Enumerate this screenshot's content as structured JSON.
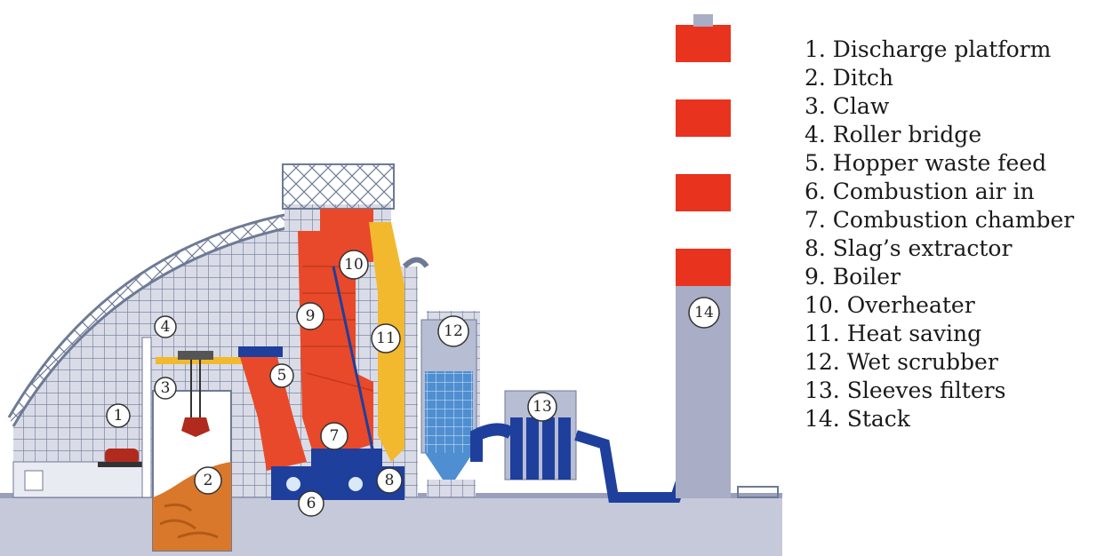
{
  "diagram": {
    "markers": [
      {
        "label": "1"
      },
      {
        "label": "2"
      },
      {
        "label": "3"
      },
      {
        "label": "4"
      },
      {
        "label": "5"
      },
      {
        "label": "6"
      },
      {
        "label": "7"
      },
      {
        "label": "8"
      },
      {
        "label": "9"
      },
      {
        "label": "10"
      },
      {
        "label": "11"
      },
      {
        "label": "12"
      },
      {
        "label": "13"
      },
      {
        "label": "14"
      }
    ],
    "colors": {
      "steel_frame": "#6e7a95",
      "boiler": "#e8492a",
      "heat_saving": "#f2b92f",
      "scrubber": "#4f8fd1",
      "ductwork": "#1f3f9c",
      "stack_red": "#e8331e",
      "stack_body": "#a9adc5",
      "waste": "#d9782a",
      "ground": "#c6c9da"
    }
  },
  "legend": {
    "items": [
      "1. Discharge platform",
      "2. Ditch",
      "3. Claw",
      "4. Roller bridge",
      "5. Hopper waste feed",
      "6. Combustion air in",
      "7. Combustion chamber",
      "8. Slag’s extractor",
      "9. Boiler",
      "10. Overheater",
      "11. Heat saving",
      "12. Wet scrubber",
      "13. Sleeves filters",
      "14. Stack"
    ]
  }
}
